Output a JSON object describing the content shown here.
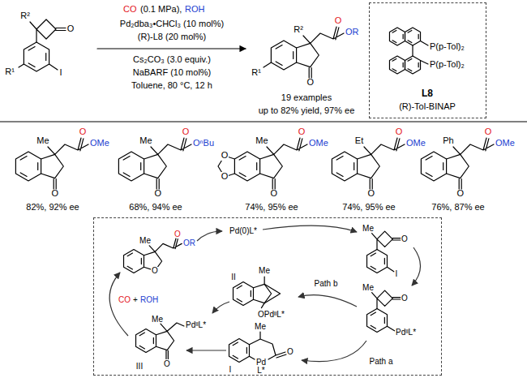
{
  "diagram": {
    "nodes": [
      {
        "text": [
          "P(p-Tol)₂",
          "P(p-Tol)₂",
          "L8",
          "(R)-Tol-BINAP"
        ]
      },
      {
        "text": [
          "Pd(0)L*",
          "Me",
          "O",
          "OR",
          "O",
          "Me",
          "O",
          "I",
          "CO",
          "+",
          "ROH",
          "Path b",
          "II",
          "Me",
          "OPdᴵᴵL*",
          "Me",
          "O",
          "PdᴵᴵL*",
          "Path a",
          "Me",
          "PdᴵᴵL*",
          "O",
          "III",
          "Me",
          "O",
          "Pd",
          "L*",
          "I"
        ]
      }
    ],
    "labels": [
      "CO",
      "(0.1 MPa),",
      "ROH",
      "Pd₂dba₃•CHCl₃ (10 mol%)",
      "(R)-L8 (20 mol%)",
      "Cs₂CO₃ (3.0 equiv.)",
      "NaBARF (10 mol%)",
      "Toluene, 80 °C, 12 h",
      "R²",
      "O",
      "I",
      "R¹",
      "R²",
      "O",
      "OR",
      "O",
      "R¹",
      "19 examples",
      "up to 82% yield, 97% ee",
      "Me",
      "O",
      "OMe",
      "O",
      "82%, 92% ee",
      "Me",
      "O",
      "OⁿBu",
      "O",
      "68%, 94% ee",
      "O",
      "O",
      "Me",
      "O",
      "OMe",
      "O",
      "74%, 95% ee",
      "Et",
      "O",
      "OMe",
      "O",
      "74%, 95% ee",
      "Ph",
      "O",
      "OMe",
      "O",
      "76%, 87% ee"
    ]
  }
}
